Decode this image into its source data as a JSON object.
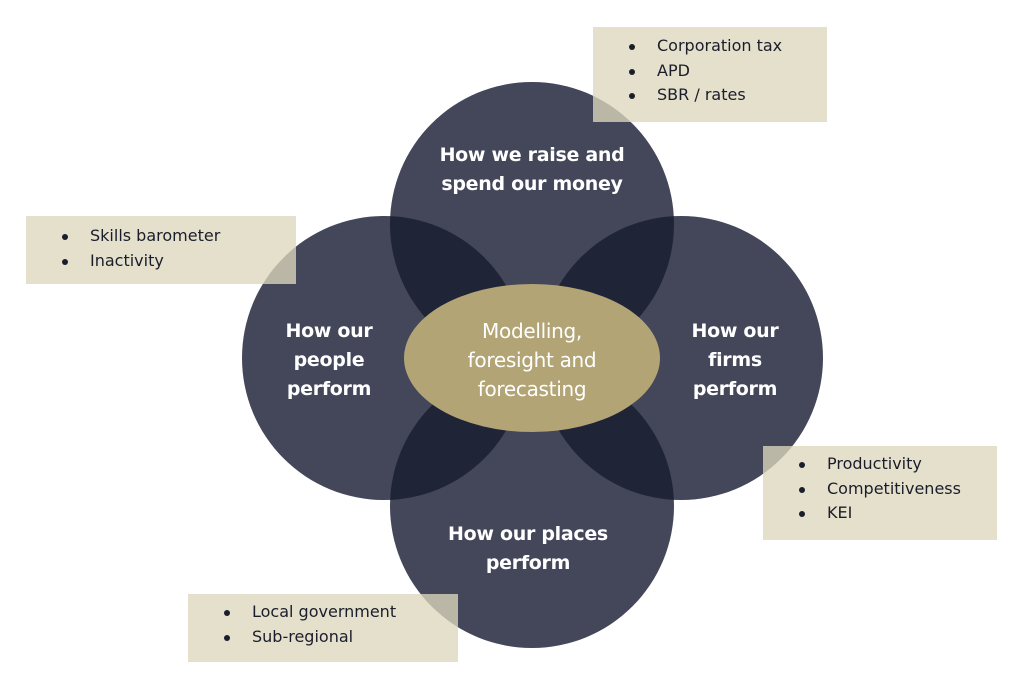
{
  "colors": {
    "circle": "#434759",
    "overlap": "#1f2436",
    "center": "#b2a475",
    "box": "#e0d9c2",
    "text_dark": "#1a1d2b"
  },
  "circles": {
    "top": "How we raise and spend our money",
    "left": "How our people perform",
    "right": "How our firms perform",
    "bottom": "How our places perform"
  },
  "circle_lines": {
    "top": [
      "How we raise and",
      "spend our money"
    ],
    "left": [
      "How our",
      "people",
      "perform"
    ],
    "right": [
      "How our",
      "firms",
      "perform"
    ],
    "bottom": [
      "How our places",
      "perform"
    ]
  },
  "center": {
    "lines": [
      "Modelling,",
      "foresight and",
      "forecasting"
    ]
  },
  "boxes": {
    "top_right": [
      "Corporation tax",
      "APD",
      "SBR / rates"
    ],
    "left": [
      "Skills barometer",
      "Inactivity"
    ],
    "right": [
      "Productivity",
      "Competitiveness",
      "KEI"
    ],
    "bottom_left": [
      "Local government",
      "Sub-regional"
    ]
  }
}
